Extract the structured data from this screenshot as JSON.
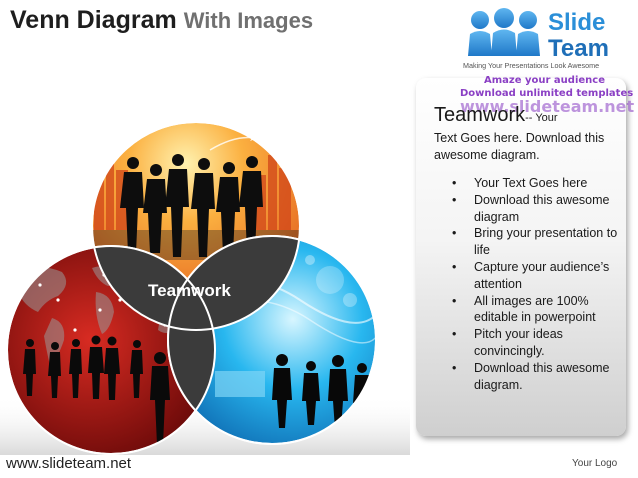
{
  "header": {
    "title_bold": "Venn Diagram",
    "title_rest": "With Images"
  },
  "brand": {
    "line1": "Slide",
    "line2": "Team",
    "tagline": "Making Your Presentations Look Awesome",
    "promo1": "Amaze your audience",
    "promo2": "Download unlimited templates",
    "watermark": "www.slideteam.net"
  },
  "venn": {
    "center_label": "Teamwork",
    "colors": {
      "orange": "#f08a2a",
      "red": "#c8201c",
      "blue": "#1ea3e6",
      "overlap": "#3a3a3a"
    }
  },
  "panel": {
    "heading": "Teamwork",
    "heading_suffix": "-- Your",
    "intro": "Text Goes here. Download this awesome diagram.",
    "bullets": [
      "Your Text Goes here",
      "Download this awesome diagram",
      "Bring your presentation to life",
      "Capture your audience’s attention",
      "All images are 100% editable in powerpoint",
      "Pitch your ideas convincingly.",
      "Download this awesome diagram."
    ]
  },
  "footer": {
    "url": "www.slideteam.net",
    "logo": "Your Logo"
  }
}
